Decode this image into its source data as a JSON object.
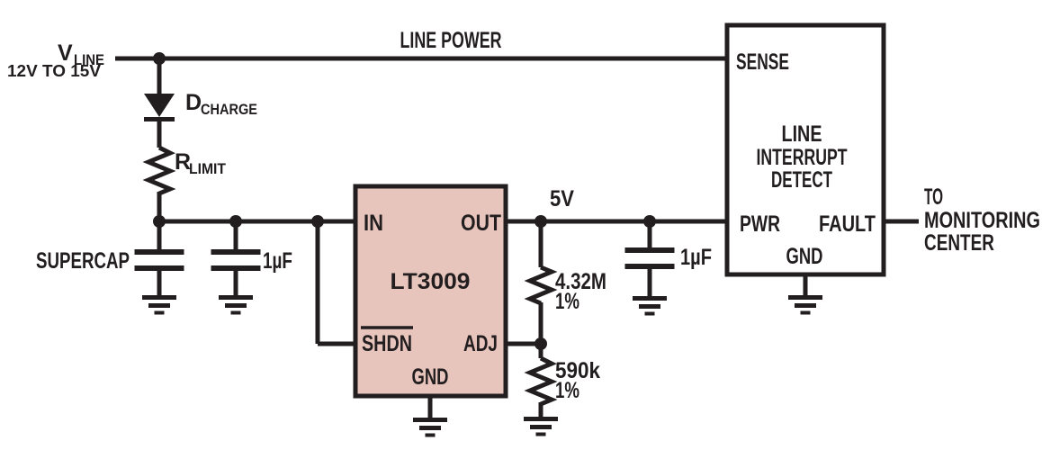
{
  "colors": {
    "ink": "#221e1f",
    "regulator_fill": "#e8c5bc",
    "detector_fill": "#ffffff",
    "background": "#ffffff"
  },
  "labels": {
    "supply": {
      "name": "V",
      "name_sub": "LINE",
      "range": "12V TO 15V"
    },
    "top_rail": {
      "label": "LINE POWER"
    },
    "diode": {
      "name": "D",
      "name_sub": "CHARGE"
    },
    "limit_resistor": {
      "name": "R",
      "name_sub": "LIMIT"
    },
    "supercap": {
      "label": "SUPERCAP"
    },
    "input_cap": {
      "value": "1µF"
    },
    "regulator": {
      "part": "LT3009",
      "pins": {
        "in": "IN",
        "out": "OUT",
        "shdn": "SHDN",
        "adj": "ADJ",
        "gnd": "GND"
      }
    },
    "output_rail": {
      "voltage": "5V"
    },
    "divider": {
      "top_value": "4.32M",
      "top_tolerance": "1%",
      "bottom_value": "590k",
      "bottom_tolerance": "1%"
    },
    "output_cap": {
      "value": "1µF"
    },
    "detector": {
      "title_line1": "LINE",
      "title_line2": "INTERRUPT",
      "title_line3": "DETECT",
      "pins": {
        "sense": "SENSE",
        "pwr": "PWR",
        "fault": "FAULT",
        "gnd": "GND"
      }
    },
    "destination": {
      "line1": "TO",
      "line2": "MONITORING",
      "line3": "CENTER"
    }
  }
}
